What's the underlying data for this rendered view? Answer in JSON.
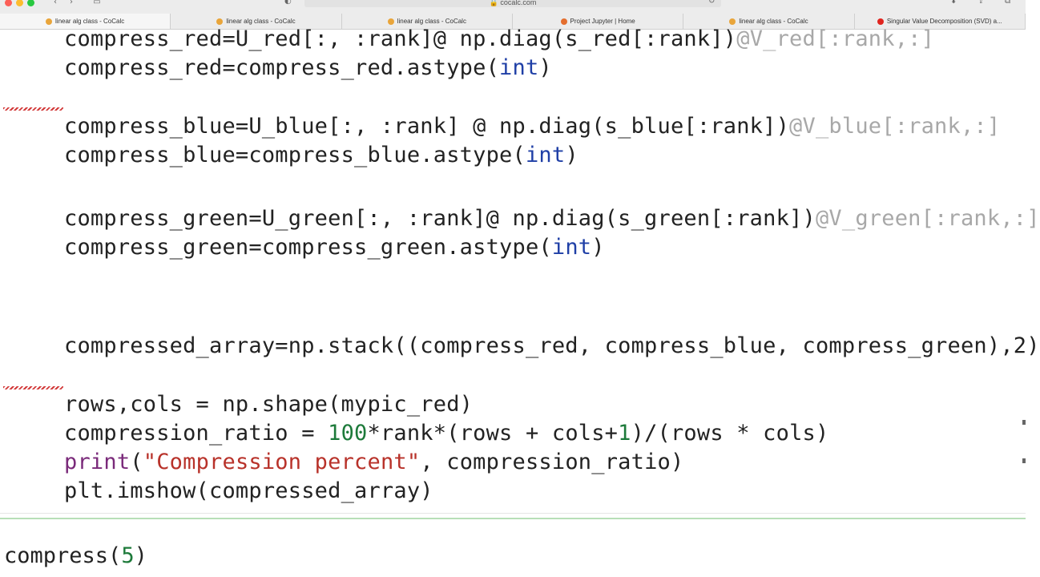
{
  "browser": {
    "url": "cocalc.com",
    "tabs": [
      {
        "title": "linear alg class - CoCalc",
        "favicon_color": "#e9a53a",
        "active": true
      },
      {
        "title": "linear alg class - CoCalc",
        "favicon_color": "#e9a53a",
        "active": false
      },
      {
        "title": "linear alg class - CoCalc",
        "favicon_color": "#e9a53a",
        "active": false
      },
      {
        "title": "Project Jupyter | Home",
        "favicon_color": "#e46e2e",
        "active": false
      },
      {
        "title": "linear alg class - CoCalc",
        "favicon_color": "#e9a53a",
        "active": false
      },
      {
        "title": "Singular Value Decomposition (SVD) a...",
        "favicon_color": "#e0241e",
        "active": false
      }
    ]
  },
  "code": {
    "l1": {
      "a": "compress_red=U_red[:, :rank]@ np.diag(s_red[:rank])",
      "b": "@V_red[:rank,:]"
    },
    "l2": {
      "a": "compress_red=compress_red.astype(",
      "b": "int",
      "c": ")"
    },
    "l3": {
      "a": "compress_blue=U_blue[:, :rank] @ np.diag(s_blue[:rank])",
      "b": "@V_blue[:rank,:]"
    },
    "l4": {
      "a": "compress_blue=compress_blue.astype(",
      "b": "int",
      "c": ")"
    },
    "l5": {
      "a": "compress_green=U_green[:, :rank]@ np.diag(s_green[:rank])",
      "b": "@V_green[:rank,:]"
    },
    "l6": {
      "a": "compress_green=compress_green.astype(",
      "b": "int",
      "c": ")"
    },
    "l7": {
      "a": "compressed_array=np.stack((compress_red, compress_blue, compress_green),2)"
    },
    "l8": {
      "a": "rows,cols = np.shape(mypic_red)"
    },
    "l9": {
      "a": "compression_ratio = ",
      "n1": "100",
      "b": "*rank*(rows + cols+",
      "n2": "1",
      "c": ")/(rows * cols)"
    },
    "l10": {
      "kw": "print",
      "a": "(",
      "s": "\"Compression percent\"",
      "b": ", compression_ratio)"
    },
    "l11": {
      "a": "plt.imshow(compressed_array)"
    }
  },
  "cell2": {
    "a": "compress(",
    "n": "5",
    "b": ")"
  }
}
